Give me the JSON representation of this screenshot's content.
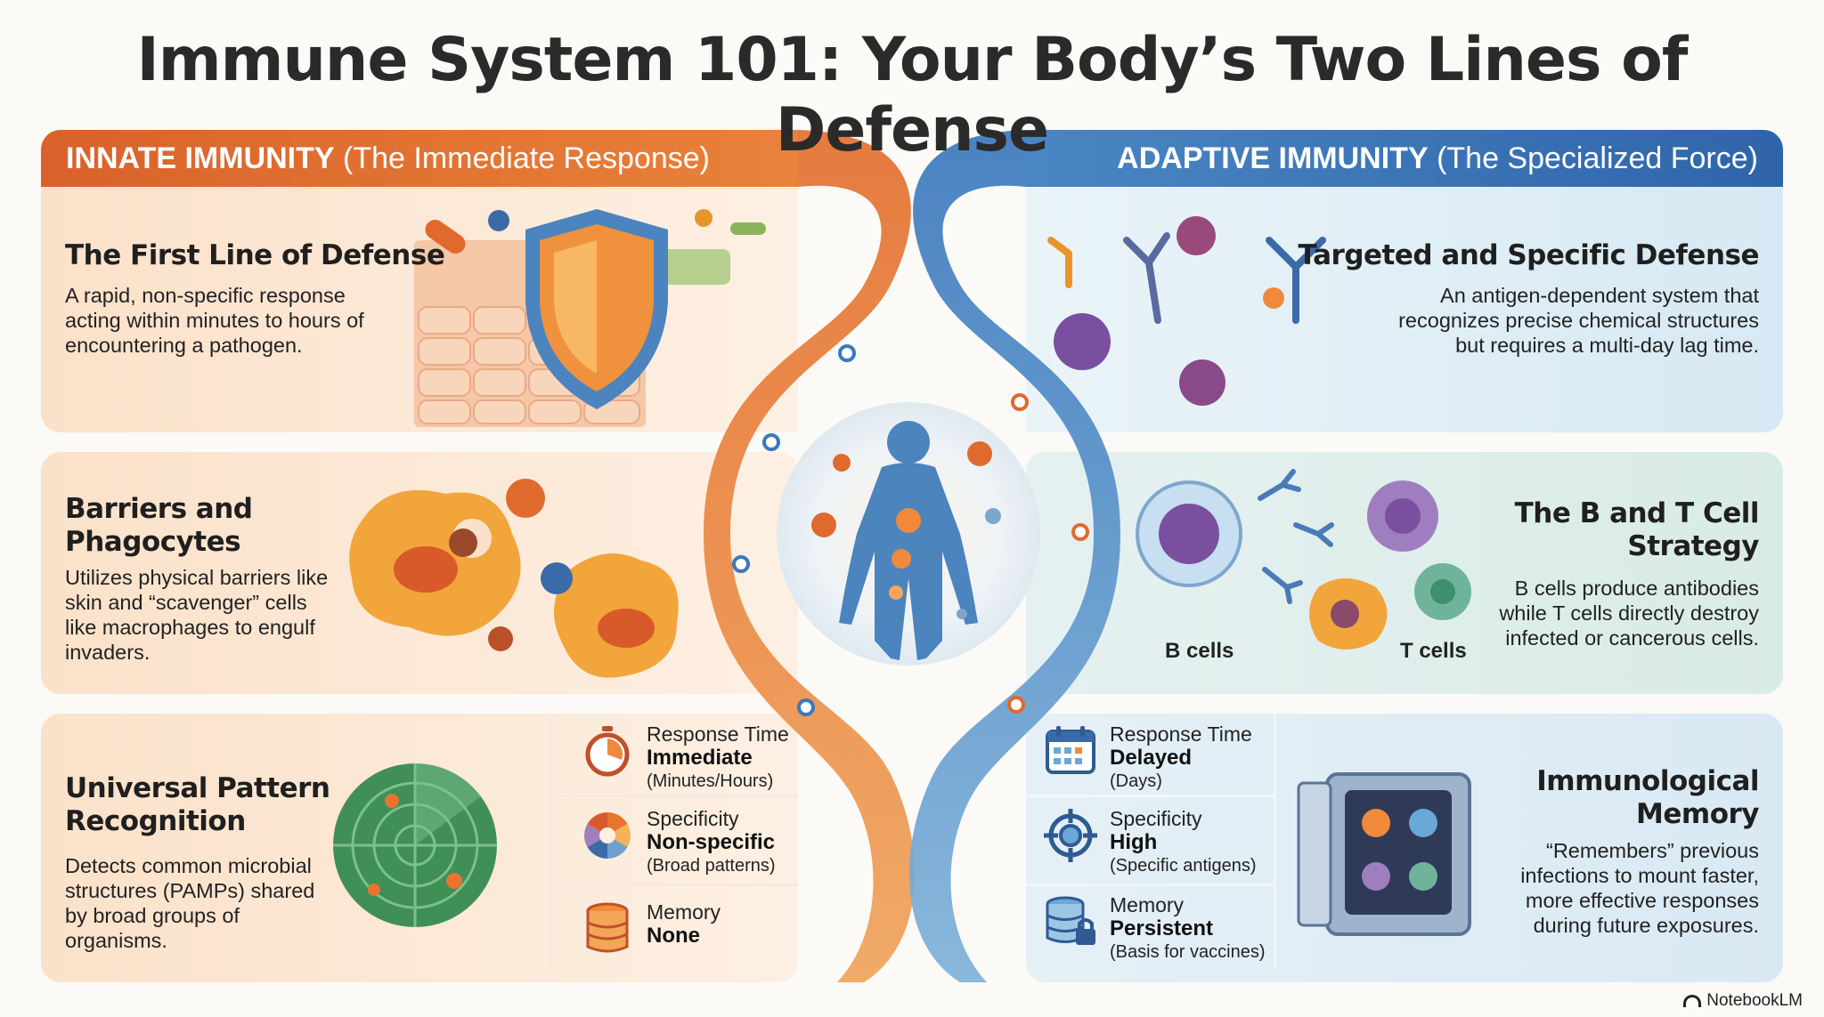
{
  "title": "Immune System 101: Your Body’s Two Lines of Defense",
  "innate": {
    "header_strong": "INNATE IMMUNITY",
    "header_sub": " (The Immediate Response)",
    "card1": {
      "heading": "The First Line of Defense",
      "body": "A rapid, non-specific response acting within minutes to hours of encountering a pathogen."
    },
    "card2": {
      "heading_line1": "Barriers and",
      "heading_line2": "Phagocytes",
      "body": "Utilizes physical barriers like skin and “scavenger” cells like macrophages to engulf invaders."
    },
    "card3": {
      "heading_line1": "Universal Pattern",
      "heading_line2": "Recognition",
      "body": "Detects common microbial structures (PAMPs) shared by broad groups of organisms."
    },
    "stats": [
      {
        "label": "Response Time",
        "value": "Immediate",
        "note": "(Minutes/Hours)",
        "icon": "stopwatch-icon"
      },
      {
        "label": "Specificity",
        "value": "Non-specific",
        "note": "(Broad patterns)",
        "icon": "color-wheel-icon"
      },
      {
        "label": "Memory",
        "value": "None",
        "note": "",
        "icon": "database-icon"
      }
    ]
  },
  "adaptive": {
    "header_strong": "ADAPTIVE IMMUNITY",
    "header_sub": " (The Specialized Force)",
    "card1": {
      "heading": "Targeted and Specific Defense",
      "body_line1": "An antigen-dependent system that",
      "body_line2": "recognizes precise chemical structures",
      "body_line3": "but requires a multi-day lag time."
    },
    "card2": {
      "heading_line1": "The B and T Cell",
      "heading_line2": "Strategy",
      "body_line1": "B cells produce antibodies",
      "body_line2": "while T cells directly destroy",
      "body_line3": "infected or cancerous cells.",
      "label_b": "B cells",
      "label_t": "T cells"
    },
    "card3": {
      "heading_line1": "Immunological",
      "heading_line2": "Memory",
      "body_line1": "“Remembers” previous",
      "body_line2": "infections to mount faster,",
      "body_line3": "more effective responses",
      "body_line4": "during future exposures."
    },
    "stats": [
      {
        "label": "Response Time",
        "value": "Delayed",
        "note": "(Days)",
        "icon": "calendar-icon"
      },
      {
        "label": "Specificity",
        "value": "High",
        "note": "(Specific antigens)",
        "icon": "target-icon"
      },
      {
        "label": "Memory",
        "value": "Persistent",
        "note": "(Basis for vaccines)",
        "icon": "locked-database-icon"
      }
    ]
  },
  "brand": "NotebookLM",
  "colors": {
    "innate": "#e06a2e",
    "adaptive": "#3a72b5"
  }
}
